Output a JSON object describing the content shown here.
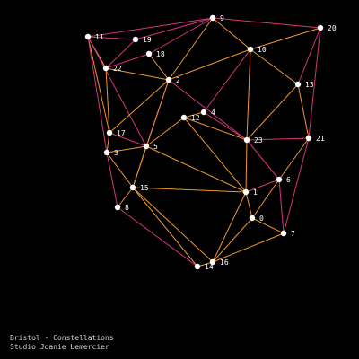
{
  "colors": {
    "background": "#000000",
    "edge_orange": "#f0962e",
    "edge_magenta": "#d6357c",
    "node_fill": "#ffffff",
    "label_color": "#ffffff",
    "caption_color": "#d8d8d8"
  },
  "caption": {
    "title": "Bristol - Constellations",
    "author": "Studio Joanie Lemercier"
  },
  "nodes": [
    {
      "id": "0",
      "label": "0"
    },
    {
      "id": "1",
      "label": "1"
    },
    {
      "id": "2",
      "label": "2"
    },
    {
      "id": "3",
      "label": "3"
    },
    {
      "id": "4",
      "label": "4"
    },
    {
      "id": "5",
      "label": "5"
    },
    {
      "id": "6",
      "label": "6"
    },
    {
      "id": "7",
      "label": "7"
    },
    {
      "id": "8",
      "label": "8"
    },
    {
      "id": "9",
      "label": "9"
    },
    {
      "id": "10",
      "label": "10"
    },
    {
      "id": "11",
      "label": "11"
    },
    {
      "id": "12",
      "label": "12"
    },
    {
      "id": "13",
      "label": "13"
    },
    {
      "id": "14",
      "label": "14"
    },
    {
      "id": "15",
      "label": "15"
    },
    {
      "id": "16",
      "label": "16"
    },
    {
      "id": "17",
      "label": "17"
    },
    {
      "id": "18",
      "label": "18"
    },
    {
      "id": "19",
      "label": "19"
    },
    {
      "id": "20",
      "label": "20"
    },
    {
      "id": "21",
      "label": "21"
    },
    {
      "id": "22",
      "label": "22"
    },
    {
      "id": "23",
      "label": "23"
    }
  ],
  "edges": [
    {
      "from": "11",
      "to": "9",
      "color": "magenta"
    },
    {
      "from": "9",
      "to": "20",
      "color": "magenta"
    },
    {
      "from": "11",
      "to": "19",
      "color": "magenta"
    },
    {
      "from": "19",
      "to": "9",
      "color": "magenta"
    },
    {
      "from": "19",
      "to": "22",
      "color": "magenta"
    },
    {
      "from": "22",
      "to": "18",
      "color": "magenta"
    },
    {
      "from": "18",
      "to": "9",
      "color": "magenta"
    },
    {
      "from": "11",
      "to": "22",
      "color": "orange"
    },
    {
      "from": "11",
      "to": "17",
      "color": "orange"
    },
    {
      "from": "11",
      "to": "3",
      "color": "magenta"
    },
    {
      "from": "11",
      "to": "5",
      "color": "magenta"
    },
    {
      "from": "22",
      "to": "17",
      "color": "orange"
    },
    {
      "from": "22",
      "to": "2",
      "color": "orange"
    },
    {
      "from": "18",
      "to": "2",
      "color": "orange"
    },
    {
      "from": "9",
      "to": "2",
      "color": "orange"
    },
    {
      "from": "9",
      "to": "10",
      "color": "orange"
    },
    {
      "from": "10",
      "to": "20",
      "color": "orange"
    },
    {
      "from": "10",
      "to": "2",
      "color": "orange"
    },
    {
      "from": "10",
      "to": "4",
      "color": "magenta"
    },
    {
      "from": "10",
      "to": "13",
      "color": "orange"
    },
    {
      "from": "10",
      "to": "23",
      "color": "orange"
    },
    {
      "from": "20",
      "to": "13",
      "color": "magenta"
    },
    {
      "from": "20",
      "to": "21",
      "color": "magenta"
    },
    {
      "from": "13",
      "to": "21",
      "color": "orange"
    },
    {
      "from": "13",
      "to": "23",
      "color": "orange"
    },
    {
      "from": "2",
      "to": "17",
      "color": "orange"
    },
    {
      "from": "2",
      "to": "5",
      "color": "magenta"
    },
    {
      "from": "2",
      "to": "15",
      "color": "orange"
    },
    {
      "from": "2",
      "to": "23",
      "color": "magenta"
    },
    {
      "from": "12",
      "to": "4",
      "color": "orange"
    },
    {
      "from": "12",
      "to": "5",
      "color": "orange"
    },
    {
      "from": "12",
      "to": "23",
      "color": "orange"
    },
    {
      "from": "12",
      "to": "1",
      "color": "orange"
    },
    {
      "from": "4",
      "to": "23",
      "color": "magenta"
    },
    {
      "from": "17",
      "to": "5",
      "color": "magenta"
    },
    {
      "from": "17",
      "to": "3",
      "color": "orange"
    },
    {
      "from": "3",
      "to": "5",
      "color": "orange"
    },
    {
      "from": "3",
      "to": "8",
      "color": "magenta"
    },
    {
      "from": "3",
      "to": "15",
      "color": "orange"
    },
    {
      "from": "5",
      "to": "15",
      "color": "orange"
    },
    {
      "from": "5",
      "to": "1",
      "color": "orange"
    },
    {
      "from": "23",
      "to": "21",
      "color": "magenta"
    },
    {
      "from": "23",
      "to": "1",
      "color": "orange"
    },
    {
      "from": "23",
      "to": "6",
      "color": "magenta"
    },
    {
      "from": "21",
      "to": "6",
      "color": "orange"
    },
    {
      "from": "21",
      "to": "7",
      "color": "magenta"
    },
    {
      "from": "15",
      "to": "1",
      "color": "orange"
    },
    {
      "from": "15",
      "to": "8",
      "color": "orange"
    },
    {
      "from": "15",
      "to": "14",
      "color": "orange"
    },
    {
      "from": "15",
      "to": "16",
      "color": "orange"
    },
    {
      "from": "8",
      "to": "14",
      "color": "magenta"
    },
    {
      "from": "1",
      "to": "6",
      "color": "magenta"
    },
    {
      "from": "1",
      "to": "0",
      "color": "orange"
    },
    {
      "from": "1",
      "to": "16",
      "color": "orange"
    },
    {
      "from": "6",
      "to": "0",
      "color": "orange"
    },
    {
      "from": "6",
      "to": "7",
      "color": "magenta"
    },
    {
      "from": "0",
      "to": "7",
      "color": "orange"
    },
    {
      "from": "0",
      "to": "16",
      "color": "orange"
    },
    {
      "from": "7",
      "to": "16",
      "color": "orange"
    },
    {
      "from": "14",
      "to": "16",
      "color": "orange"
    }
  ]
}
